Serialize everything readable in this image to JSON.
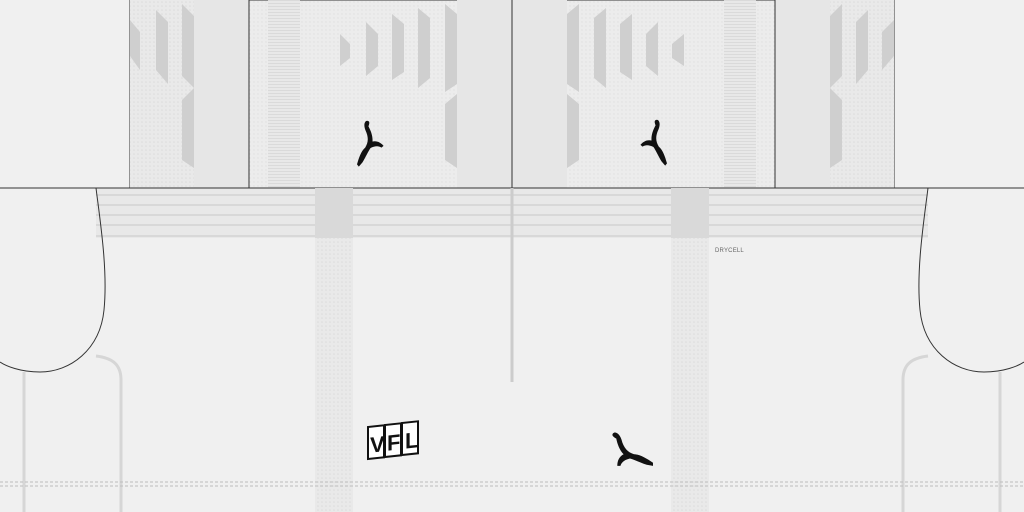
{
  "sponsor_text": "DRYCELL",
  "crest_letters": [
    "V",
    "F",
    "L"
  ],
  "colors": {
    "base": "#f0f0f0",
    "panel": "#e6e6e6",
    "stripe": "#d6d6d6",
    "chevron": "#cfcfcf",
    "outline": "#333333",
    "logo": "#111111"
  },
  "icons": {
    "brand_logo": "puma-cat-icon",
    "crest": "vfl-crest-icon"
  }
}
